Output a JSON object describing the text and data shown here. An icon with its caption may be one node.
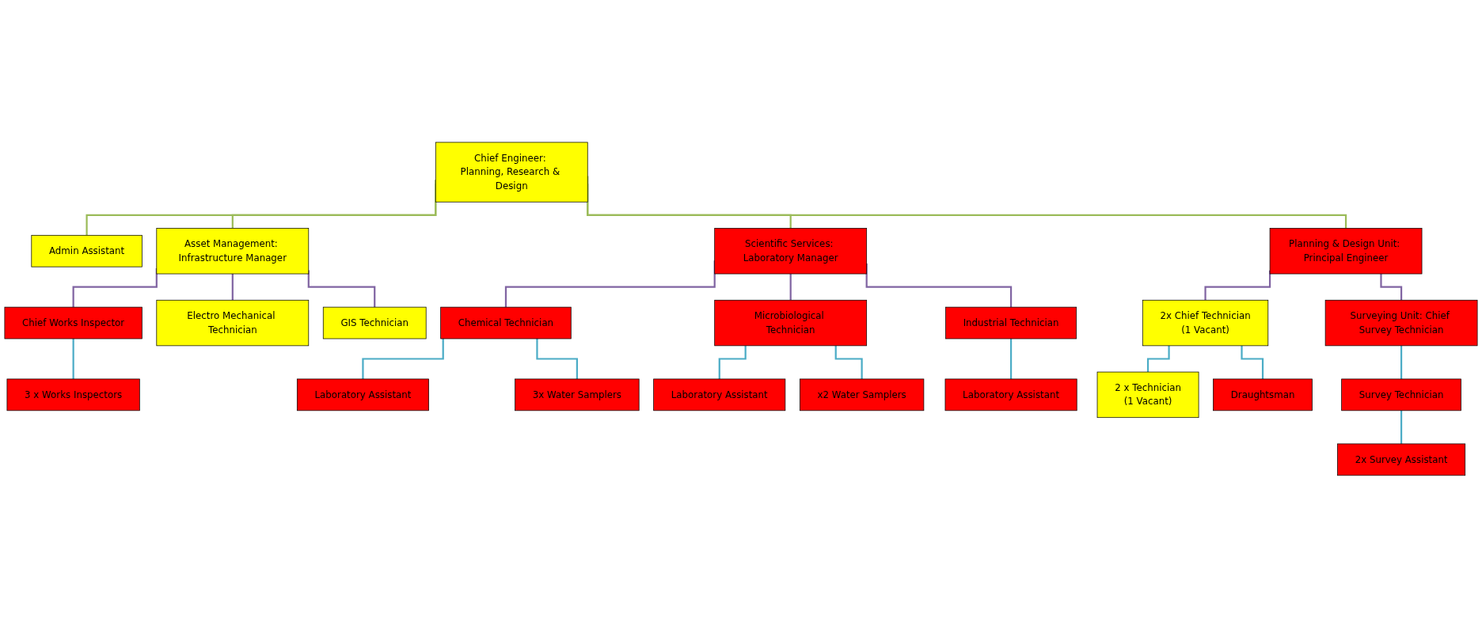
{
  "diagram": {
    "nodes": [
      {
        "text": [
          "Chief Engineer: Planning, Research & Design"
        ]
      },
      {
        "text": [
          "Admin Assistant"
        ]
      },
      {
        "text": [
          "Asset Management: Infrastructure Manager"
        ]
      },
      {
        "text": [
          "Scientific Services: Laboratory Manager"
        ]
      },
      {
        "text": [
          "Planning & Design Unit: Principal Engineer"
        ]
      },
      {
        "text": [
          "Chief Works Inspector"
        ]
      },
      {
        "text": [
          "Electro Mechanical Technician"
        ]
      },
      {
        "text": [
          "GIS Technician"
        ]
      },
      {
        "text": [
          "3 x Works Inspectors"
        ]
      },
      {
        "text": [
          "Chemical Technician"
        ]
      },
      {
        "text": [
          "Microbiological Technician"
        ]
      },
      {
        "text": [
          "Industrial Technician"
        ]
      },
      {
        "text": [
          "Laboratory Assistant"
        ]
      },
      {
        "text": [
          "3x Water Samplers"
        ]
      },
      {
        "text": [
          "Laboratory Assistant"
        ]
      },
      {
        "text": [
          "x2 Water Samplers"
        ]
      },
      {
        "text": [
          "Laboratory Assistant"
        ]
      },
      {
        "text": [
          "2x Chief Technician",
          "(1 Vacant)"
        ]
      },
      {
        "text": [
          "Surveying Unit: Chief Survey Technician"
        ]
      },
      {
        "text": [
          "2 x Technician",
          "(1 Vacant)"
        ]
      },
      {
        "text": [
          "Draughtsman"
        ]
      },
      {
        "text": [
          "Survey Technician"
        ]
      },
      {
        "text": [
          "2x Survey Assistant"
        ]
      }
    ],
    "edges": [
      {
        "from": 0,
        "to": 1,
        "arrow": "none",
        "color": "#9bbb59"
      },
      {
        "from": 0,
        "to": 2,
        "arrow": "none",
        "color": "#9bbb59"
      },
      {
        "from": 0,
        "to": 3,
        "arrow": "none",
        "color": "#9bbb59"
      },
      {
        "from": 0,
        "to": 4,
        "arrow": "none",
        "color": "#9bbb59"
      },
      {
        "from": 2,
        "to": 5,
        "arrow": "none",
        "color": "#8064a2"
      },
      {
        "from": 2,
        "to": 6,
        "arrow": "none",
        "color": "#8064a2"
      },
      {
        "from": 2,
        "to": 7,
        "arrow": "none",
        "color": "#8064a2"
      },
      {
        "from": 5,
        "to": 8,
        "arrow": "none"
      },
      {
        "from": 3,
        "to": 9,
        "arrow": "none",
        "color": "#8064a2"
      },
      {
        "from": 3,
        "to": 10,
        "arrow": "none",
        "color": "#8064a2"
      },
      {
        "from": 3,
        "to": 11,
        "arrow": "none",
        "color": "#8064a2"
      },
      {
        "from": 9,
        "to": 12,
        "arrow": "none"
      },
      {
        "from": 9,
        "to": 13,
        "arrow": "none"
      },
      {
        "from": 10,
        "to": 14,
        "arrow": "none"
      },
      {
        "from": 10,
        "to": 15,
        "arrow": "none"
      },
      {
        "from": 11,
        "to": 16,
        "arrow": "none"
      },
      {
        "from": 4,
        "to": 17,
        "arrow": "none",
        "color": "#8064a2"
      },
      {
        "from": 4,
        "to": 18,
        "arrow": "none",
        "color": "#8064a2"
      },
      {
        "from": 17,
        "to": 19,
        "arrow": "none"
      },
      {
        "from": 17,
        "to": 20,
        "arrow": "none"
      },
      {
        "from": 18,
        "to": 21,
        "arrow": "none"
      },
      {
        "from": 21,
        "to": 22,
        "arrow": "none"
      }
    ]
  }
}
